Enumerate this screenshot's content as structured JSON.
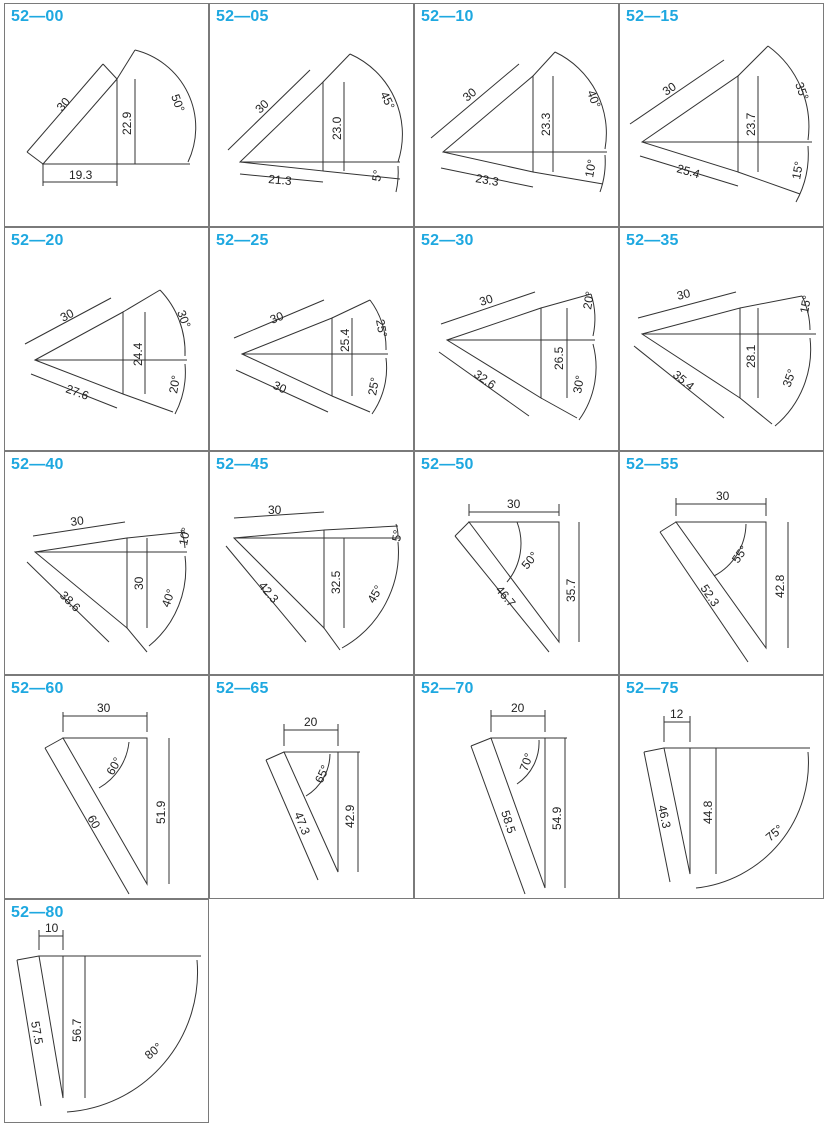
{
  "parts": [
    {
      "code": "52—00",
      "angle": "50°",
      "length": "30",
      "height": "22.9",
      "width": "19.3"
    },
    {
      "code": "52—05",
      "angle": "45°",
      "angle2": "5°",
      "length": "30",
      "height": "23.0",
      "width": "21.3"
    },
    {
      "code": "52—10",
      "angle": "40°",
      "angle2": "10°",
      "length": "30",
      "height": "23.3",
      "width": "23.3"
    },
    {
      "code": "52—15",
      "angle": "35°",
      "angle2": "15°",
      "length": "30",
      "height": "23.7",
      "width": "25.4"
    },
    {
      "code": "52—20",
      "angle": "30°",
      "angle2": "20°",
      "length": "30",
      "height": "24.4",
      "width": "27.6"
    },
    {
      "code": "52—25",
      "angle": "25°",
      "angle2": "25°",
      "length": "30",
      "height": "25.4",
      "width": "30"
    },
    {
      "code": "52—30",
      "angle": "20°",
      "angle2": "30°",
      "length": "30",
      "height": "26.5",
      "width": "32.6"
    },
    {
      "code": "52—35",
      "angle": "15°",
      "angle2": "35°",
      "length": "30",
      "height": "28.1",
      "width": "35.4"
    },
    {
      "code": "52—40",
      "angle": "10°",
      "angle2": "40°",
      "length": "30",
      "height": "30",
      "width": "38.6"
    },
    {
      "code": "52—45",
      "angle": "5°",
      "angle2": "45°",
      "length": "30",
      "height": "32.5",
      "width": "42.3"
    },
    {
      "code": "52—50",
      "angle": "50°",
      "length": "30",
      "height": "35.7",
      "width": "46.7"
    },
    {
      "code": "52—55",
      "angle": "55°",
      "length": "30",
      "height": "42.8",
      "width": "52.3"
    },
    {
      "code": "52—60",
      "angle": "60°",
      "length": "30",
      "height": "51.9",
      "width": "60"
    },
    {
      "code": "52—65",
      "angle": "65°",
      "length": "20",
      "height": "42.9",
      "width": "47.3"
    },
    {
      "code": "52—70",
      "angle": "70°",
      "length": "20",
      "height": "54.9",
      "width": "58.5"
    },
    {
      "code": "52—75",
      "angle": "75°",
      "length": "12",
      "height": "44.8",
      "width": "46.3"
    },
    {
      "code": "52—80",
      "angle": "80°",
      "length": "10",
      "height": "56.7",
      "width": "57.5"
    }
  ]
}
